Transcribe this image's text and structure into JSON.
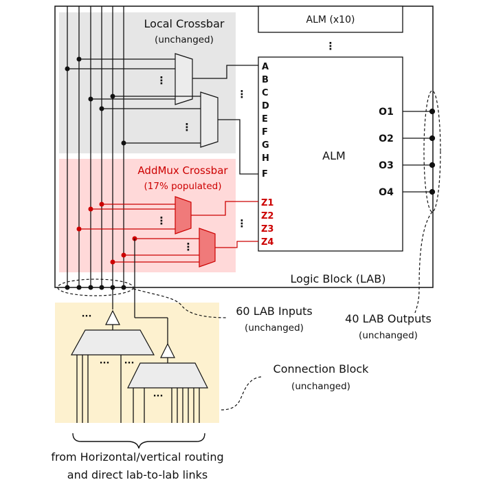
{
  "colors": {
    "crossbar_bg": "#e6e6e6",
    "addmux_bg": "#ffd9d9",
    "connection_bg": "#fdf1cf",
    "accent_red": "#cc0000",
    "mux_red_fill": "#f07a7a",
    "mux_gray_fill": "#ececec"
  },
  "labels": {
    "alm_x10": "ALM (x10)",
    "local_crossbar_title": "Local Crossbar",
    "local_crossbar_sub": "(unchanged)",
    "addmux_title": "AddMux Crossbar",
    "addmux_sub": "(17% populated)",
    "alm": "ALM",
    "logic_block": "Logic Block (LAB)",
    "lab_inputs": "60 LAB Inputs",
    "lab_inputs_sub": "(unchanged)",
    "lab_outputs": "40 LAB Outputs",
    "lab_outputs_sub": "(unchanged)",
    "connection_block": "Connection Block",
    "connection_block_sub": "(unchanged)",
    "routing_line1": "from Horizontal/vertical routing",
    "routing_line2": "and direct lab-to-lab links",
    "ellipsis": "⋮",
    "hellipsis": "···"
  },
  "alm_inputs": [
    "A",
    "B",
    "C",
    "D",
    "E",
    "F",
    "G",
    "H",
    "F"
  ],
  "alm_z_inputs": [
    "Z1",
    "Z2",
    "Z3",
    "Z4"
  ],
  "alm_outputs": [
    "O1",
    "O2",
    "O3",
    "O4"
  ]
}
